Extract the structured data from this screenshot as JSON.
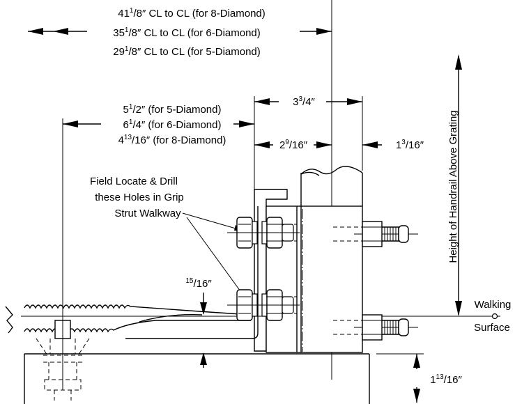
{
  "cl_dimensions": {
    "line1_whole": "41",
    "line1_num": "1",
    "line1_den": "8",
    "line1_text": "″ CL to CL (for 8-Diamond)",
    "line2_whole": "35",
    "line2_num": "1",
    "line2_den": "8",
    "line2_text": "″ CL to CL (for 6-Diamond)",
    "line3_whole": "29",
    "line3_num": "1",
    "line3_den": "8",
    "line3_text": "″ CL to CL (for 5-Diamond)"
  },
  "bolt_offsets": {
    "line1_whole": "5",
    "line1_num": "1",
    "line1_den": "2",
    "line1_text": "″ (for 5-Diamond)",
    "line2_whole": "6",
    "line2_num": "1",
    "line2_den": "4",
    "line2_text": "″ (for 6-Diamond)",
    "line3_whole": "4",
    "line3_num": "13",
    "line3_den": "16",
    "line3_text": "″ (for 8-Diamond)"
  },
  "post_dimensions": {
    "width_whole": "3",
    "width_num": "3",
    "width_den": "4",
    "width_unit": "″",
    "bracket_whole": "2",
    "bracket_num": "9",
    "bracket_den": "16",
    "bracket_unit": "″",
    "offset_whole": "1",
    "offset_num": "3",
    "offset_den": "16",
    "offset_unit": "″"
  },
  "note": {
    "line1": "Field Locate & Drill",
    "line2": "these Holes in Grip",
    "line3": "Strut Walkway"
  },
  "thickness": {
    "num": "15",
    "den": "16",
    "unit": "″"
  },
  "height_label": "Height of Handrail Above Grating",
  "walking_surface": {
    "line1": "Walking",
    "line2": "Surface"
  },
  "base_height": {
    "whole": "1",
    "num": "13",
    "den": "16",
    "unit": "″"
  }
}
